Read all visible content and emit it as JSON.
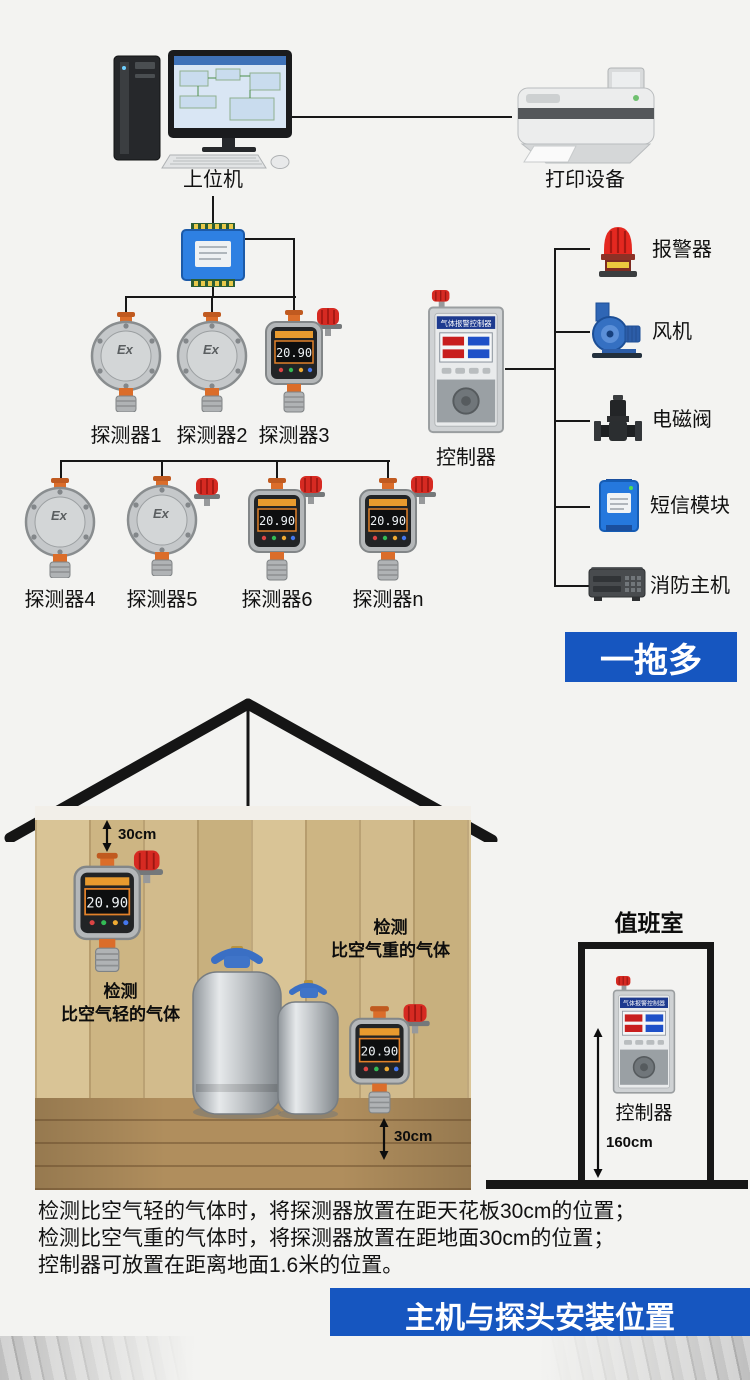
{
  "diagram": {
    "computer_label": "上位机",
    "printer_label": "打印设备",
    "controller_label": "控制器",
    "detectors_row1": [
      "探测器1",
      "探测器2",
      "探测器3"
    ],
    "detectors_row2": [
      "探测器4",
      "探测器5",
      "探测器6",
      "探测器n"
    ],
    "accessories": [
      "报警器",
      "风机",
      "电磁阀",
      "短信模块",
      "消防主机"
    ],
    "badge": "一拖多"
  },
  "devices": {
    "ex_mark": "Ex",
    "detector_reading": "20.90",
    "controller_title": "气体报警控制器"
  },
  "installation": {
    "duty_room_title": "值班室",
    "controller_label": "控制器",
    "ceiling_gap": "30cm",
    "floor_gap": "30cm",
    "controller_height": "160cm",
    "light_gas_line1": "检测",
    "light_gas_line2": "比空气轻的气体",
    "heavy_gas_line1": "检测",
    "heavy_gas_line2": "比空气重的气体",
    "notes": [
      "检测比空气轻的气体时，将探测器放置在距天花板30cm的位置；",
      "检测比空气重的气体时，将探测器放置在距地面30cm的位置；",
      "控制器可放置在距离地面1.6米的位置。"
    ],
    "banner": "主机与探头安装位置"
  },
  "colors": {
    "accent_blue": "#1656c0"
  }
}
